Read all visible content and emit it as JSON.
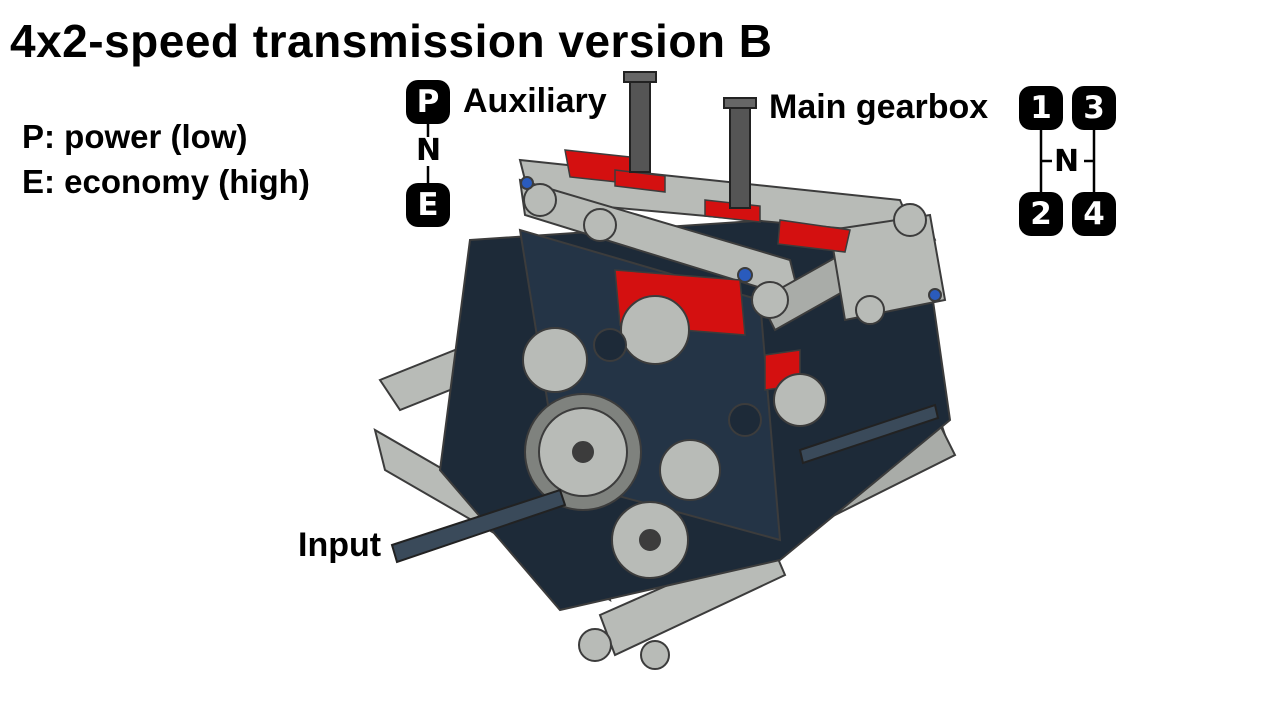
{
  "title": "4x2-speed transmission version B",
  "legend": {
    "power": "P: power (low)",
    "economy": "E: economy (high)"
  },
  "labels": {
    "auxiliary": "Auxiliary",
    "main_gearbox": "Main gearbox",
    "input": "Input"
  },
  "aux_shift": {
    "top": "P",
    "neutral": "N",
    "bottom": "E"
  },
  "main_shift": {
    "gear1": "1",
    "gear2": "2",
    "gear3": "3",
    "gear4": "4",
    "neutral": "N"
  },
  "colors": {
    "beam_gray": "#b8bbb7",
    "dark_blue": "#1d2a38",
    "red": "#d41010",
    "outline": "#3c3c3c"
  }
}
